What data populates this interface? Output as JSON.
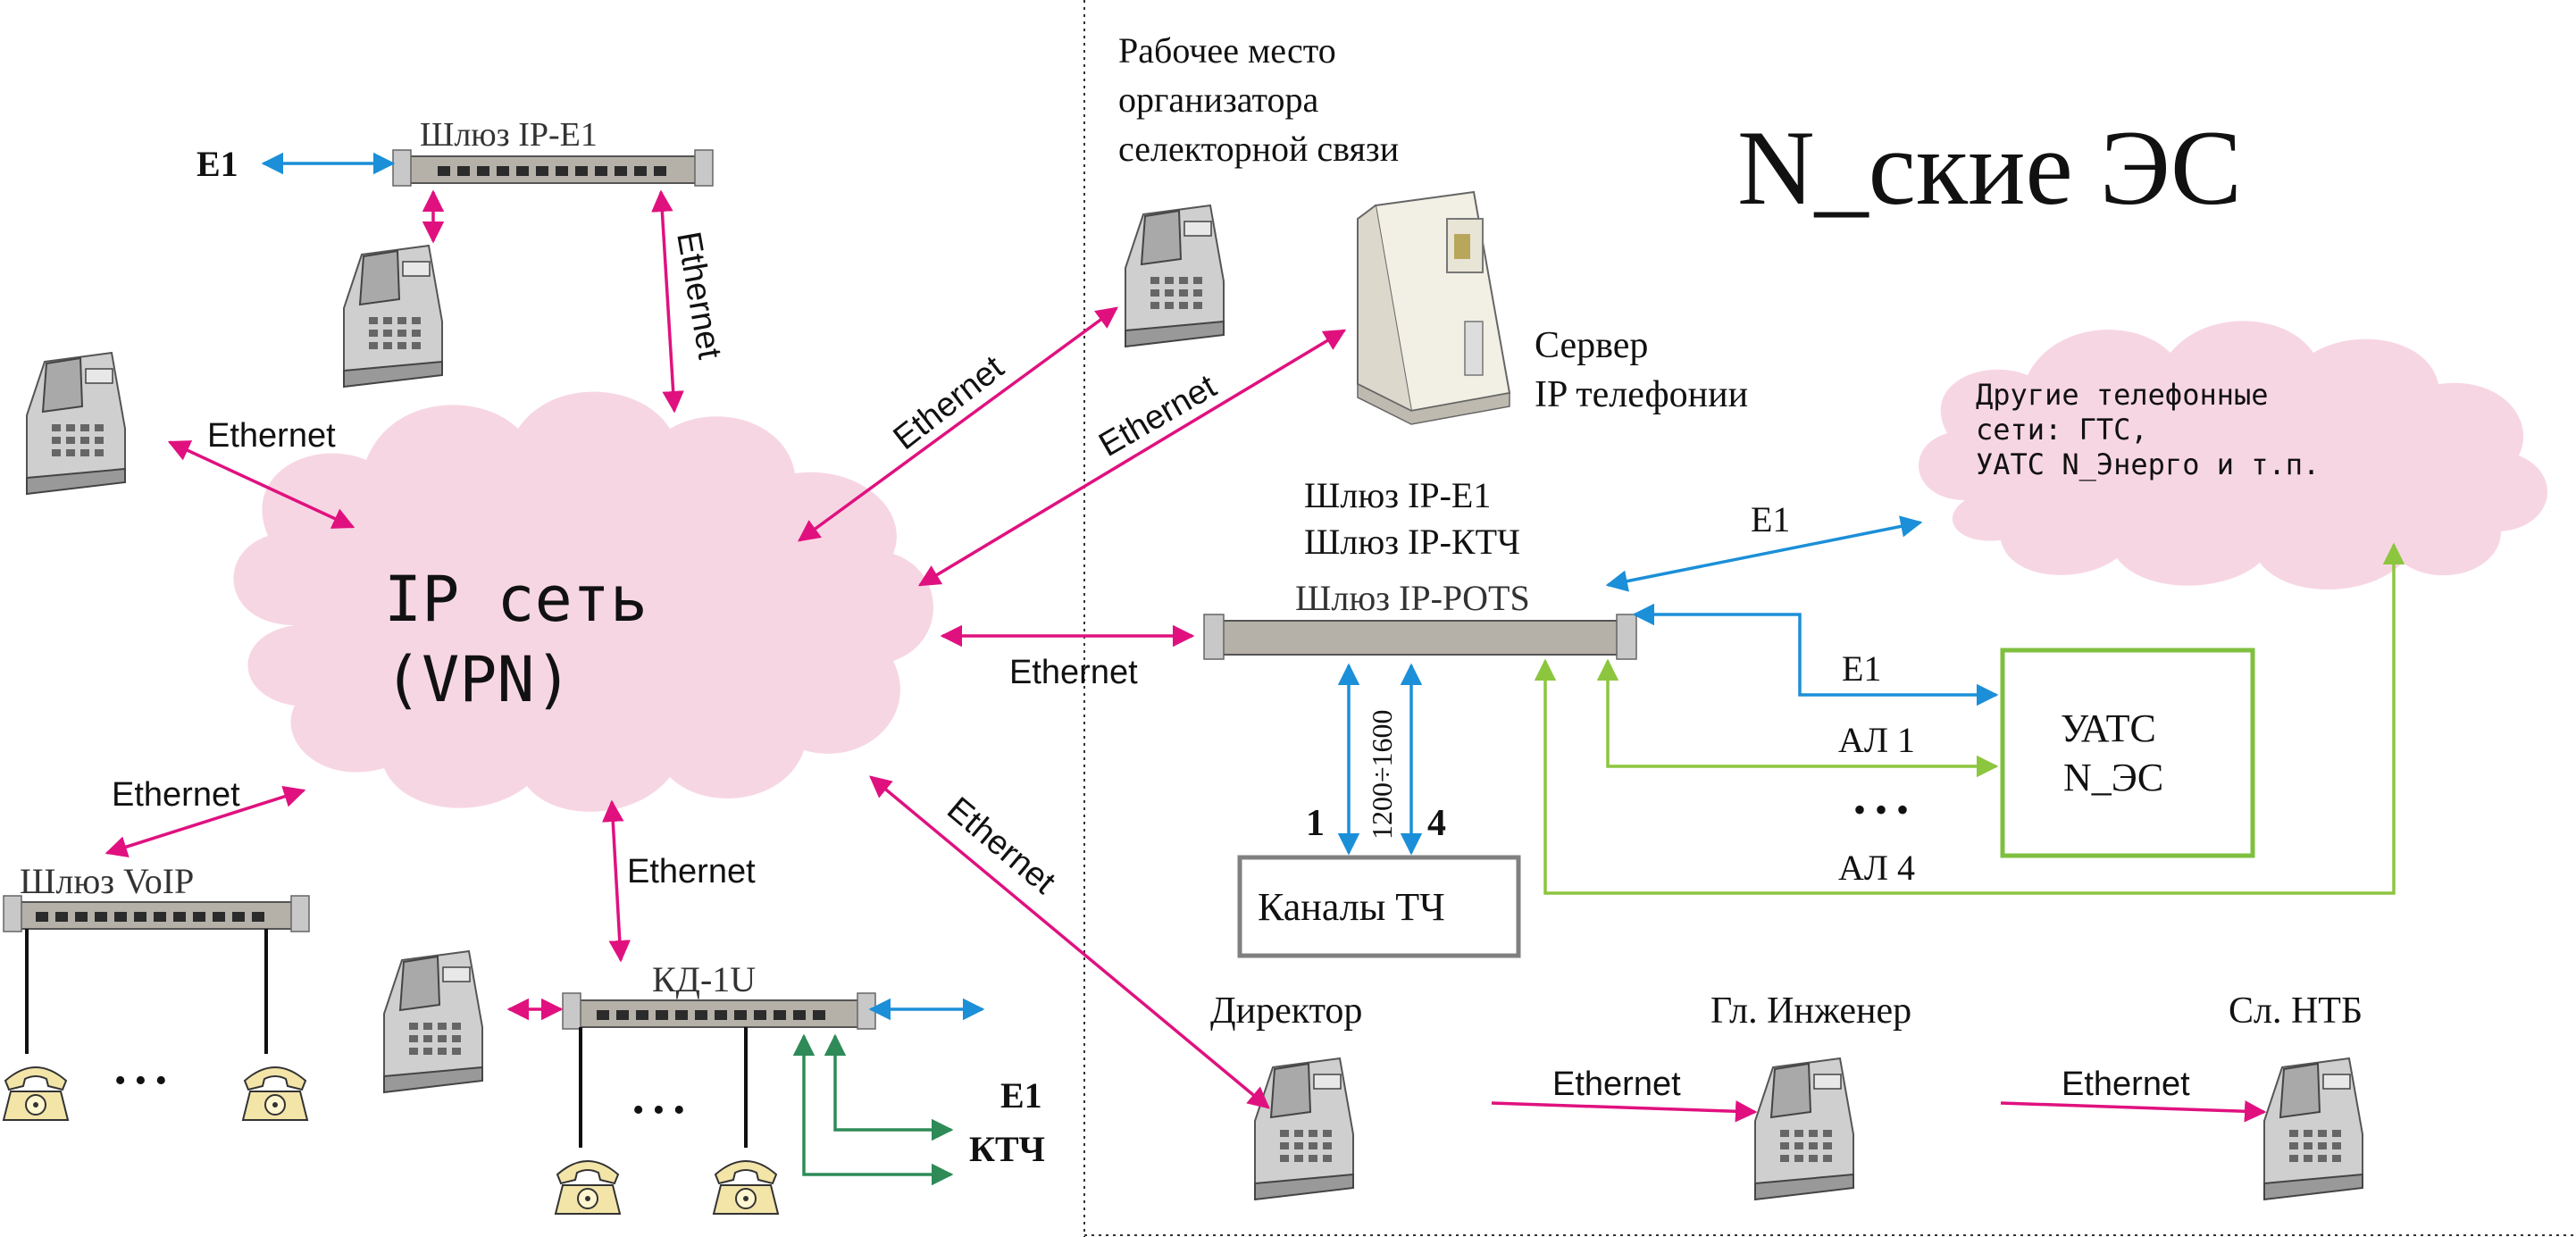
{
  "title": "N_ские ЭС",
  "colors": {
    "ethernet": "#e0117f",
    "e1": "#1b8fd8",
    "analog": "#8cc63f",
    "ktch": "#2e8b57",
    "cloud": "#f7d6e3",
    "box_green": "#7fbf3f",
    "box_gray": "#808080"
  },
  "clouds": {
    "ip_network": {
      "line1": "IP сеть",
      "line2": "(VPN)"
    },
    "other_networks": {
      "line1": "Другие телефонные",
      "line2": "сети: ГТС,",
      "line3": "УАТС N_Энерго и т.п."
    }
  },
  "devices": {
    "gw_e1_top": {
      "label": "Шлюз IP-E1"
    },
    "gw_voip": {
      "label": "Шлюз VoIP"
    },
    "kd1u": {
      "label": "КД-1U"
    },
    "gw_main": {
      "label": "Шлюз IP-POTS"
    }
  },
  "labels": {
    "e1_top": "E1",
    "ethernet_vertical": "Ethernet",
    "ethernet_phone_left": "Ethernet",
    "ethernet_voip": "Ethernet",
    "ethernet_kd": "Ethernet",
    "ethernet_diag_up": "Ethernet",
    "ethernet_server": "Ethernet",
    "ethernet_main": "Ethernet",
    "ethernet_director": "Ethernet",
    "ethernet_dir_eng": "Ethernet",
    "ethernet_eng_ntb": "Ethernet",
    "workplace_1": "Рабочее место",
    "workplace_2": "организатора",
    "workplace_3": "селекторной связи",
    "server_1": "Сервер",
    "server_2": "IP телефонии",
    "gw_stack_1": "Шлюз IP-E1",
    "gw_stack_2": "Шлюз IP-КТЧ",
    "e1_cloud": "E1",
    "e1_uats": "E1",
    "al1": "АЛ 1",
    "dots_al": "• • •",
    "al4": "АЛ 4",
    "uats_1": "УАТС",
    "uats_2": "N_ЭС",
    "freq": "1200÷1600",
    "ch1": "1",
    "ch4": "4",
    "channels": "Каналы ТЧ",
    "director": "Директор",
    "chief_engineer": "Гл. Инженер",
    "ntb": "Сл. НТБ",
    "e1_kd": "E1",
    "ktch": "КТЧ",
    "dots_voip": "• • •",
    "dots_kd": "• • •"
  }
}
